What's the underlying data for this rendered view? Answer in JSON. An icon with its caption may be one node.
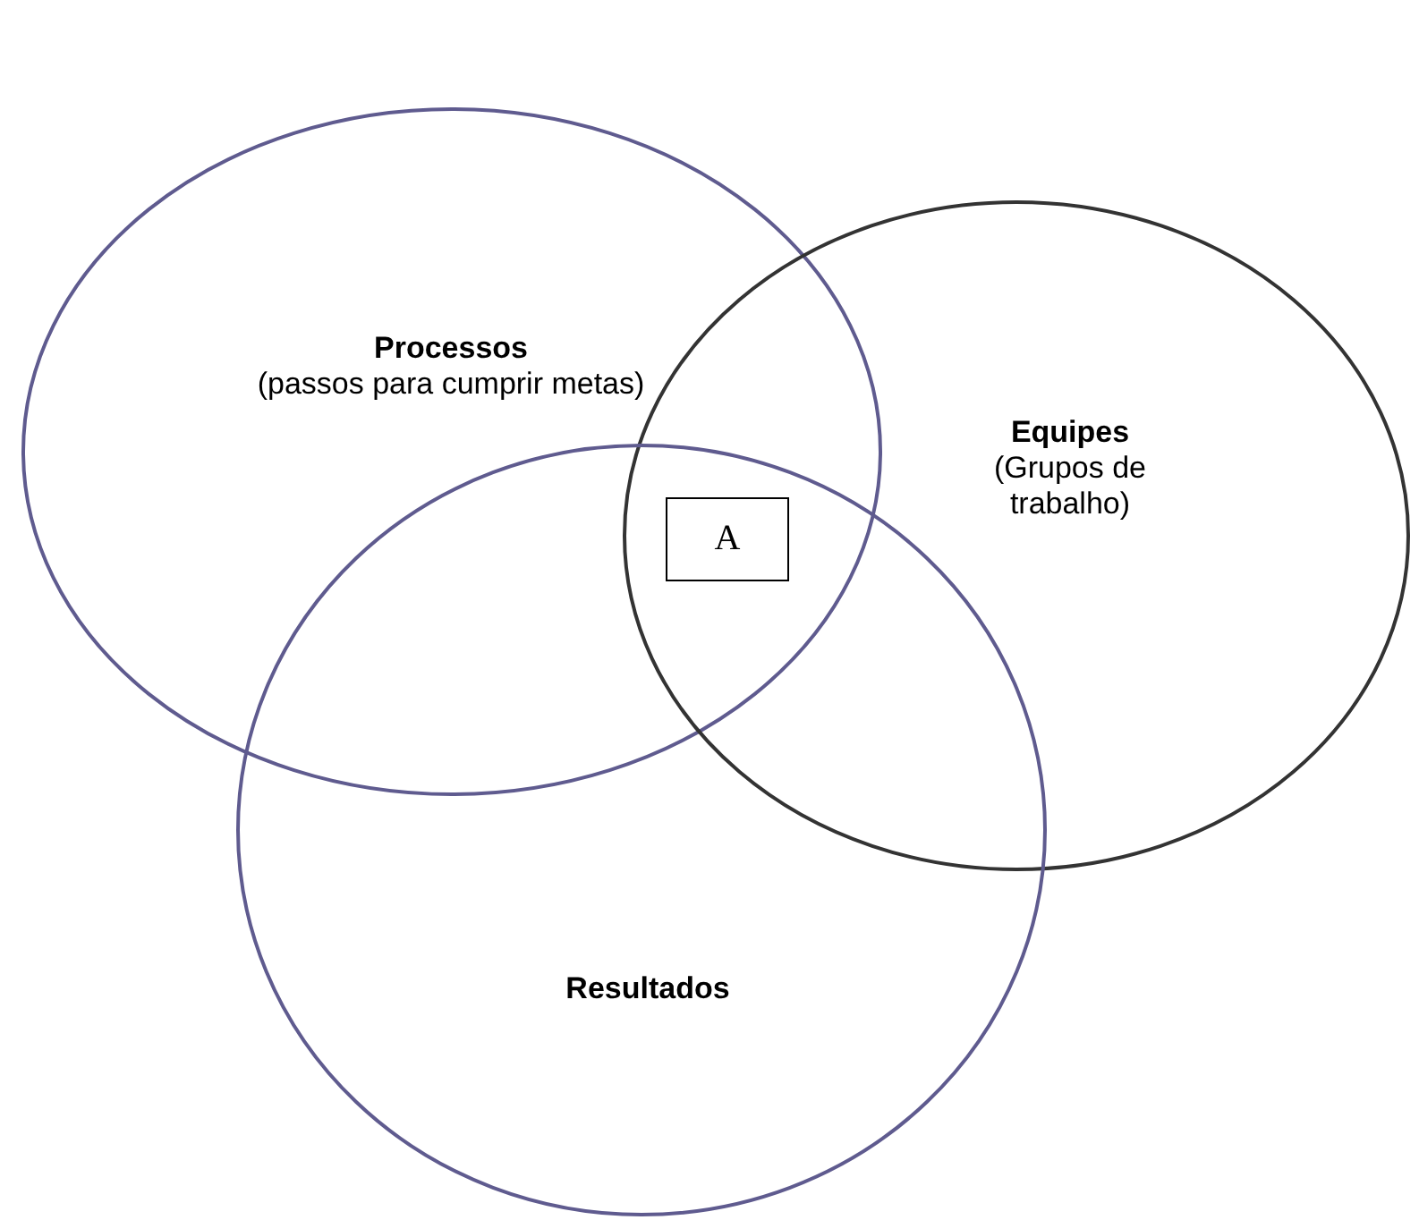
{
  "diagram": {
    "nodes": [
      {
        "text": [
          "Processos",
          "(passos para cumprir metas)"
        ]
      },
      {
        "text": [
          "Equipes",
          "(Grupos de trabalho)"
        ]
      },
      {
        "text": [
          "Resultados"
        ]
      },
      {
        "text": [
          "A"
        ]
      }
    ]
  }
}
